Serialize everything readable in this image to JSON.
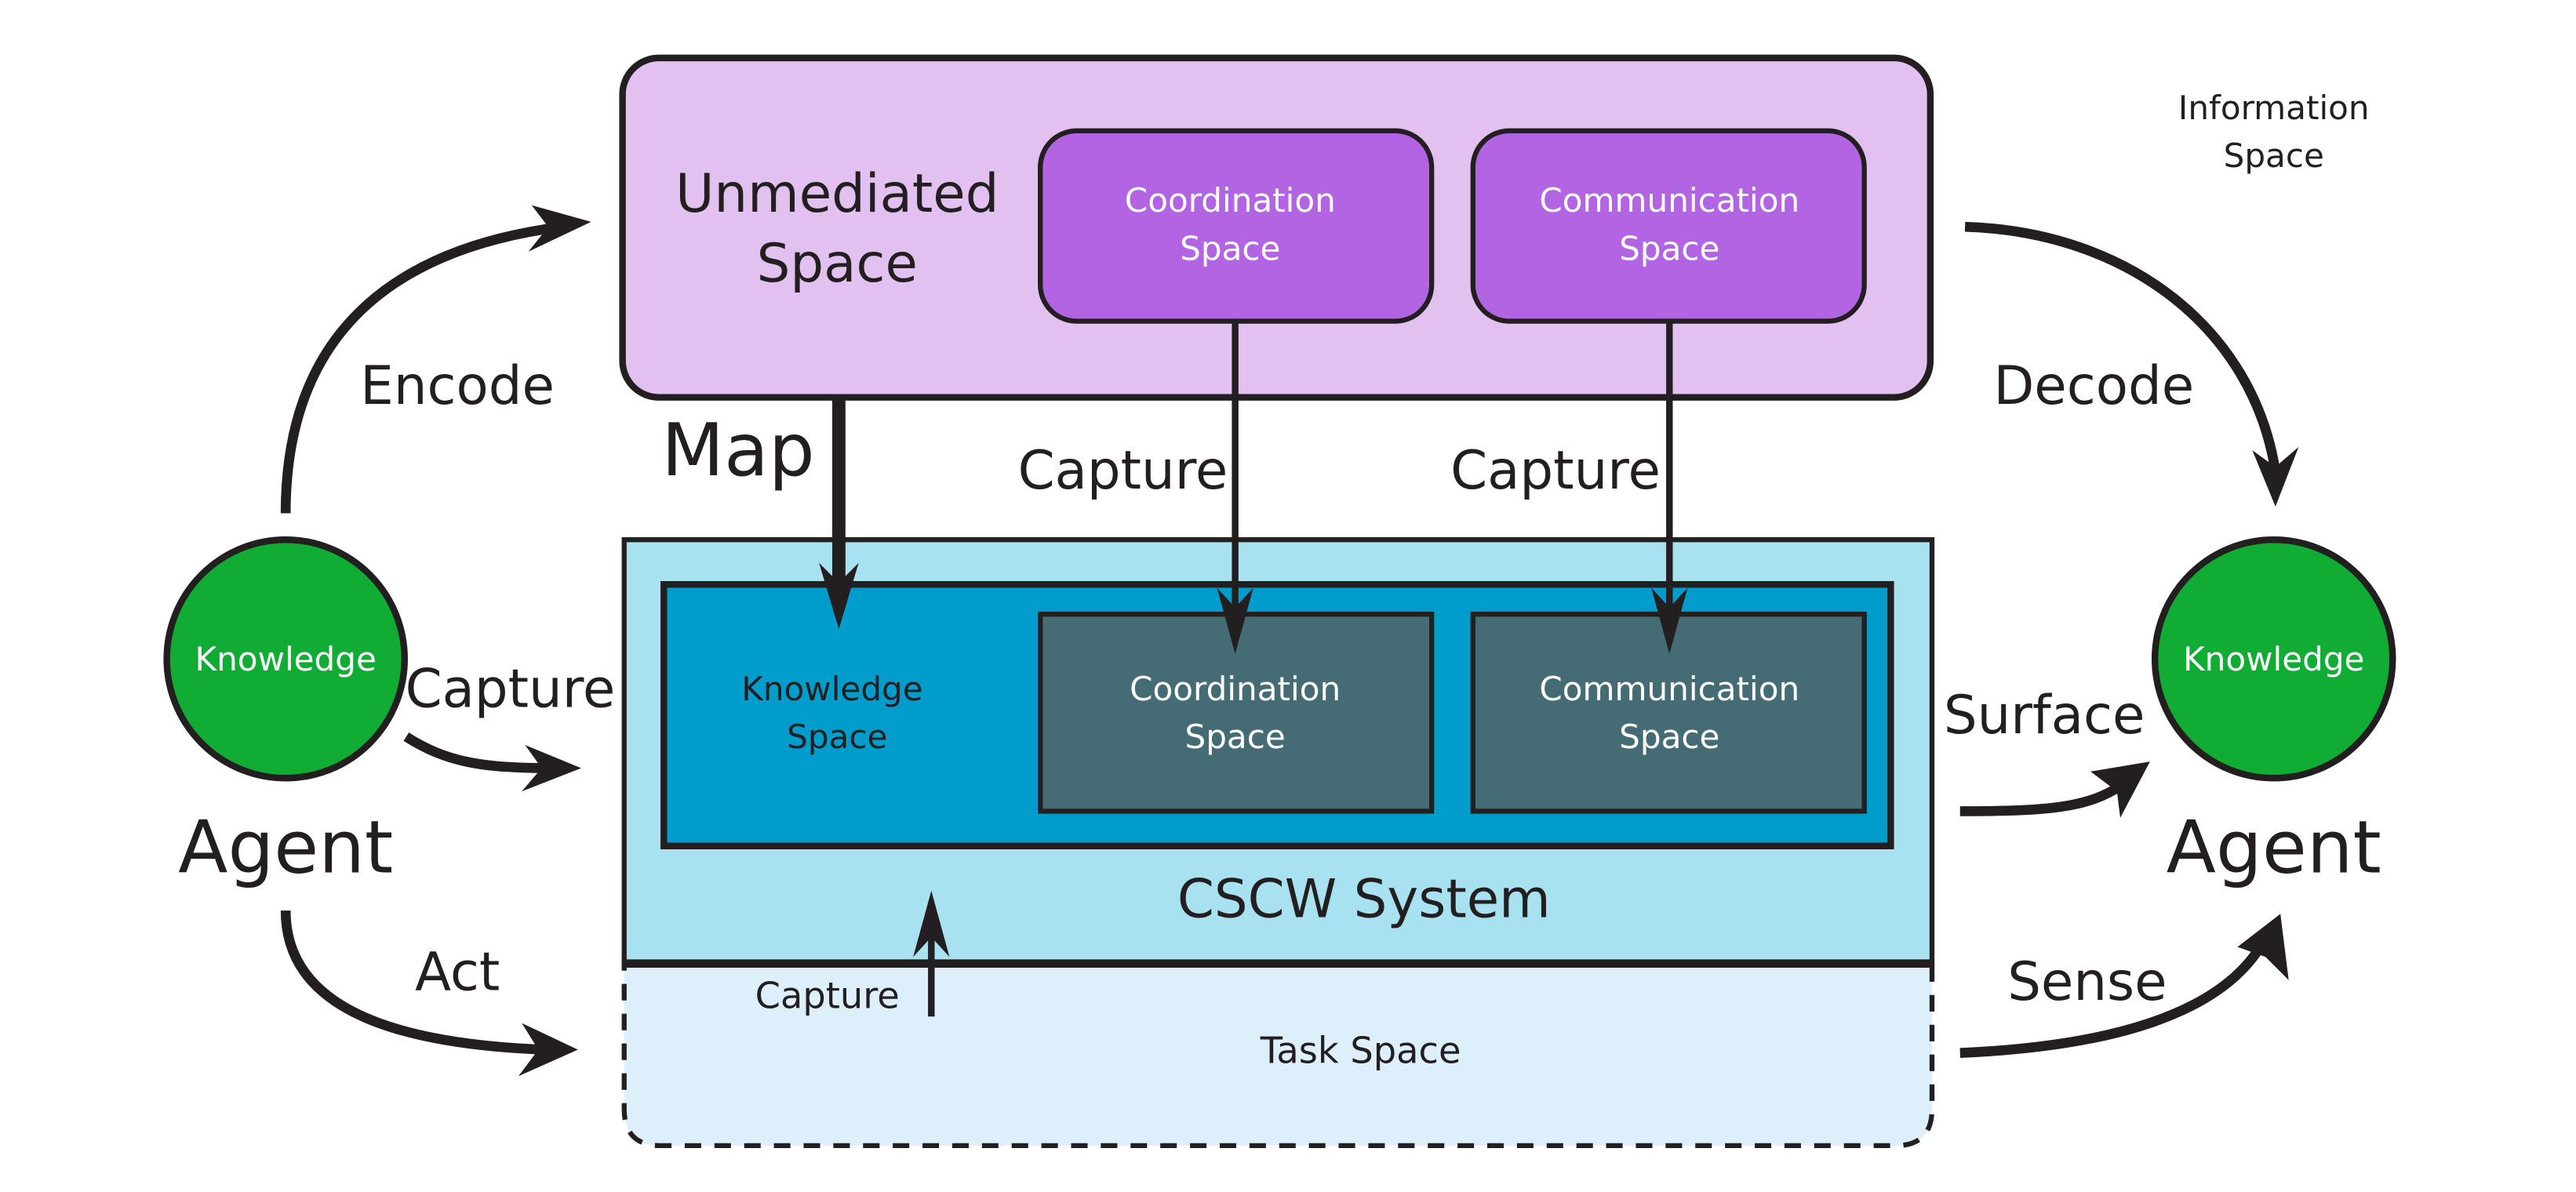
{
  "colors": {
    "unmediated_fill": "#e2c0ef",
    "purple_box_fill": "#b264e3",
    "cscw_fill": "#a8e2f0",
    "knowledge_space_fill": "#009ccc",
    "inner_box_fill": "#456c75",
    "task_space_fill": "#ddeffa",
    "agent_fill": "#10ac33",
    "stroke": "#231f20"
  },
  "information_space": {
    "label_line1": "Information",
    "label_line2": "Space"
  },
  "unmediated_space": {
    "label_line1": "Unmediated",
    "label_line2": "Space",
    "coordination": {
      "line1": "Coordination",
      "line2": "Space"
    },
    "communication": {
      "line1": "Communication",
      "line2": "Space"
    }
  },
  "cscw_system": {
    "label": "CSCW System",
    "knowledge_space": {
      "line1": "Knowledge",
      "line2": "Space"
    },
    "coordination": {
      "line1": "Coordination",
      "line2": "Space"
    },
    "communication": {
      "line1": "Communication",
      "line2": "Space"
    }
  },
  "task_space": {
    "label": "Task Space"
  },
  "left_agent": {
    "inner": "Knowledge",
    "label": "Agent"
  },
  "right_agent": {
    "inner": "Knowledge",
    "label": "Agent"
  },
  "edges": {
    "encode": "Encode",
    "capture_left": "Capture",
    "act": "Act",
    "map": "Map",
    "capture_coordination": "Capture",
    "capture_communication": "Capture",
    "capture_task": "Capture",
    "decode": "Decode",
    "surface": "Surface",
    "sense": "Sense"
  }
}
